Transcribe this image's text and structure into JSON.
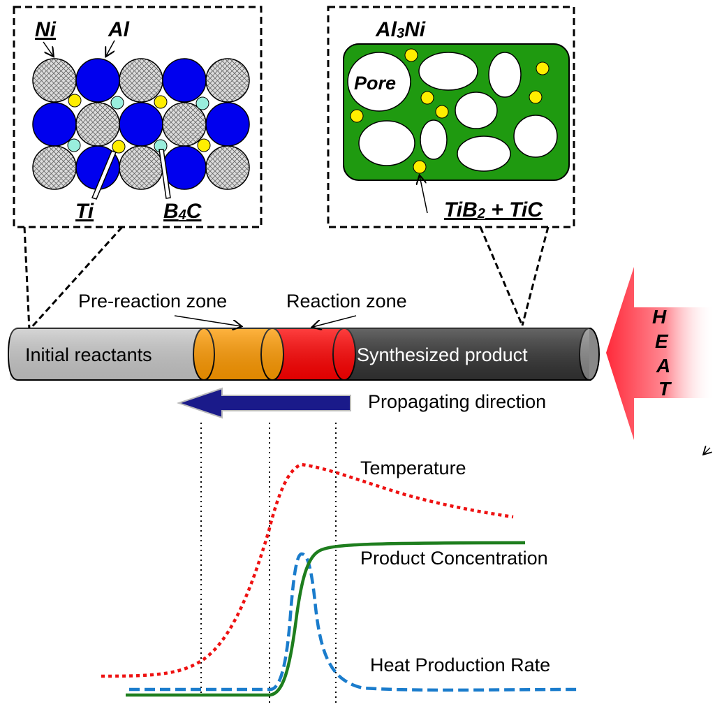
{
  "left_inset": {
    "ni_label": "Ni",
    "al_label": "Al",
    "ti_label": "Ti",
    "b4c_label_main": "B",
    "b4c_label_sub": "4",
    "b4c_label_end": "C",
    "colors": {
      "ni": "#d8d8d8",
      "al": "#0000ee",
      "ti": "#ffee00",
      "b4c": "#99eedd"
    }
  },
  "right_inset": {
    "al3ni_main": "Al",
    "al3ni_sub": "3",
    "al3ni_end": "Ni",
    "pore_label": "Pore",
    "tib2_main": "TiB",
    "tib2_sub": "2",
    "tib2_end": " + TiC",
    "colors": {
      "matrix": "#1f9a10",
      "particle": "#ffee00",
      "pore": "#ffffff"
    }
  },
  "rod": {
    "pre_reaction_zone": "Pre-reaction zone",
    "reaction_zone": "Reaction zone",
    "initial_reactants": "Initial reactants",
    "synthesized_product": "Synthesized product",
    "colors": {
      "reactants": "#c8c8c8",
      "pre_reaction": "#ff9a00",
      "reaction": "#ff0000",
      "product": "#333333"
    }
  },
  "heat": {
    "letters": [
      "H",
      "E",
      "A",
      "T"
    ]
  },
  "propagating_direction": "Propagating direction",
  "curves": {
    "temperature": "Temperature",
    "product_concentration": "Product Concentration",
    "heat_production_rate": "Heat Production Rate",
    "colors": {
      "temperature": "#ee1111",
      "product": "#1e7e1e",
      "heat_rate": "#1a7ccc"
    }
  }
}
